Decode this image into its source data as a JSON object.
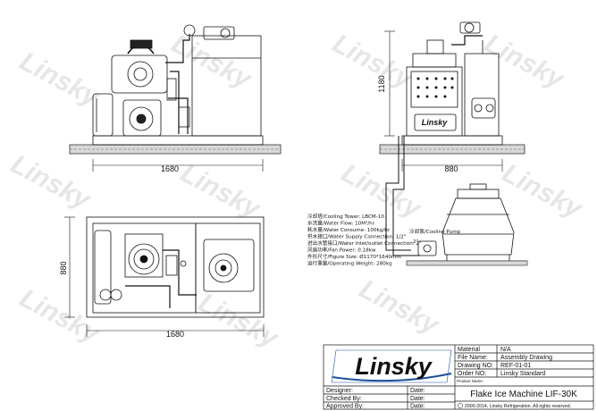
{
  "watermark": "Linsky",
  "dimensions": {
    "front_width": "1680",
    "side_width": "880",
    "side_height": "1180",
    "top_width": "1680",
    "top_depth": "880"
  },
  "side_panel_logo": "Linsky",
  "specs": [
    "冷却塔/Cooling Tower:  LBCM-10",
    "水流量/Water Flow:  10M³/hr",
    "耗水量/Water Consume:  100kg/hr",
    "供水接口/Water Supply Connection:  1/2\"",
    "进出水管接口/Water Inlet/outlet Connection:  2\"",
    "风扇功率/Fan Power:  0.18kw",
    "外形尺寸/Figure Size:  Ø1170*1640mm",
    "运行重量/Operating Weight:  280kg"
  ],
  "cooling_labels": {
    "pump": "冷却泵/Cooling Pump",
    "pipe": "2\""
  },
  "title_block": {
    "logo": "Linsky",
    "rows": [
      {
        "label": "Material",
        "value": "N/A"
      },
      {
        "label": "File Name:",
        "value": "Assembly Drawing"
      },
      {
        "label": "Drawing NO:",
        "value": "REF-01-01"
      },
      {
        "label": "Order NO:",
        "value": "Linsky Standard"
      }
    ],
    "product_name_label": "Product Name:",
    "product_name": "Flake Ice Machine LIF-30K",
    "copyright": "2000-2014, Linsky Refrigeration. All rights reserved.",
    "sign_rows": [
      {
        "label": "Designer:",
        "date_label": "Date:"
      },
      {
        "label": "Checked By:",
        "date_label": "Date:"
      },
      {
        "label": "Approved By:",
        "date_label": "Date:"
      }
    ]
  }
}
